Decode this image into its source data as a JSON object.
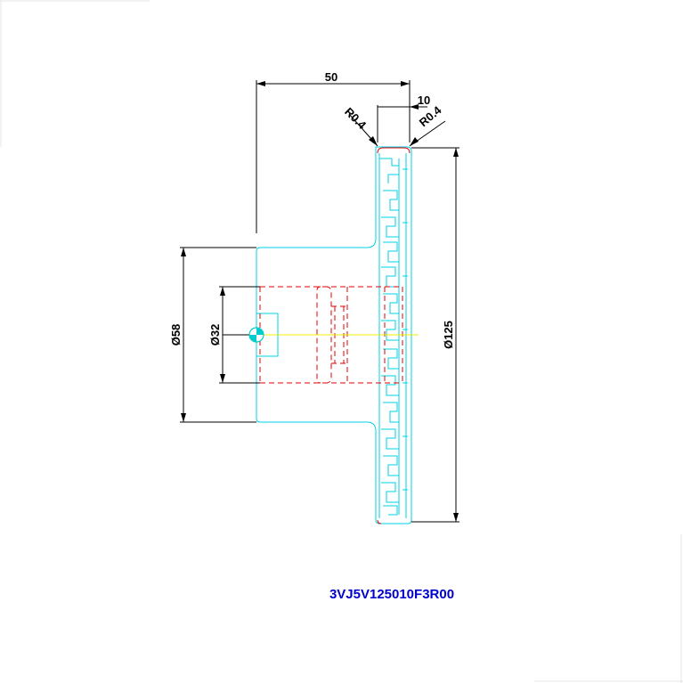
{
  "dimensions": {
    "overall_length": "50",
    "blade_width": "10",
    "radius_left": "R0.4",
    "radius_right": "R0.4",
    "hub_diameter": "Ø58",
    "bore_diameter": "Ø32",
    "outer_diameter": "Ø125"
  },
  "part_number": "3VJ5V125010F3R00",
  "colors": {
    "dimension": "#000000",
    "body_outline": "#00d2e6",
    "hidden_lines": "#e60000",
    "part_number": "#0000cc",
    "center_mark": "#00cccc",
    "center_line": "#f0f000"
  }
}
